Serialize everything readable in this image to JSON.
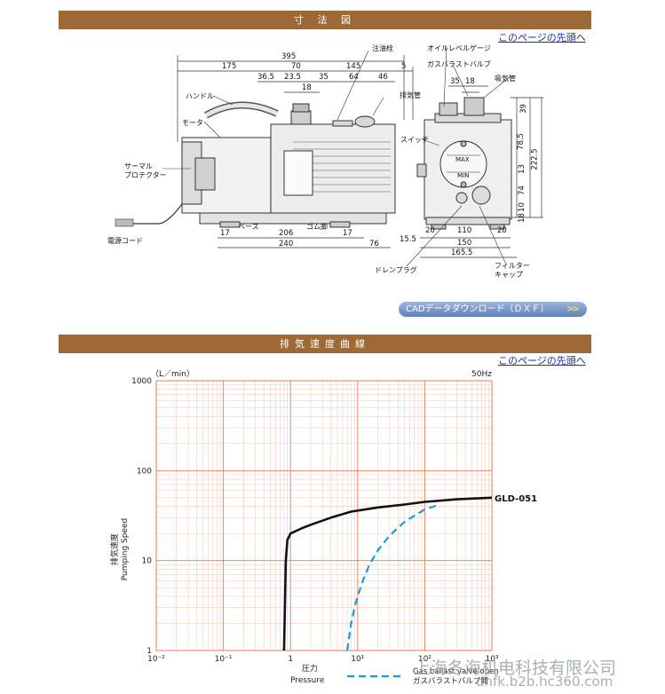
{
  "sections": {
    "dimensions_title": "寸 法 図",
    "speed_title": "排気速度曲線"
  },
  "links": {
    "top1": "このページの先頭へ",
    "top2": "このページの先頭へ",
    "cad_download": "CADデータダウンロード（ＤＸＦ）",
    "cad_arrows": ">>"
  },
  "drawing": {
    "labels": {
      "oil_plug": "注油栓",
      "oil_gauge": "オイルレベルゲージ",
      "gas_ballast": "ガスバラストバルブ",
      "intake": "吸気管",
      "exhaust": "排気管",
      "handle": "ハンドル",
      "motor": "モータ",
      "switch": "スイッチ",
      "thermal_1": "サーマル",
      "thermal_2": "プロテクター",
      "cord": "電源コード",
      "base": "ベース",
      "rubber_foot": "ゴム脚",
      "drain_plug": "ドレンプラグ",
      "filter_1": "フィルター",
      "filter_2": "キャップ",
      "max": "MAX",
      "min": "MIN"
    },
    "dims": {
      "d395": "395",
      "d175": "175",
      "d70": "70",
      "d145": "145",
      "d5": "5",
      "d36_5": "36.5",
      "d23_5": "23.5",
      "d35a": "35",
      "d64": "64",
      "d46": "46",
      "d18a": "18",
      "d35b": "35",
      "d18b": "18",
      "d17a": "17",
      "d206": "206",
      "d17b": "17",
      "d240": "240",
      "d76": "76",
      "d15_5": "15.5",
      "d20a": "20",
      "d110": "110",
      "d20b": "20",
      "d150": "150",
      "d165_5": "165.5",
      "d39": "39",
      "d78_5": "78.5",
      "d222_5": "222.5",
      "d13": "13",
      "d74": "74",
      "d10": "10",
      "d18c": "18"
    }
  },
  "chart_data": {
    "type": "line",
    "title": "",
    "xlabel": "圧力 Pressure",
    "ylabel": "排気速度 Pumping Speed",
    "y_unit": "（L／min）",
    "frequency": "50Hz",
    "x_scale": "log",
    "y_scale": "log",
    "xlim": [
      0.01,
      1000
    ],
    "ylim": [
      1,
      1000
    ],
    "x_tick_labels": [
      "10⁻²",
      "10⁻¹",
      "1",
      "10¹",
      "10²",
      "10³"
    ],
    "y_tick_labels": [
      "1",
      "10",
      "100",
      "1000"
    ],
    "grid": true,
    "grid_color": "#f2a98e",
    "series": [
      {
        "name": "GLD-051",
        "style": "solid",
        "color": "#111111",
        "x": [
          0.8,
          0.85,
          0.9,
          1.0,
          1.5,
          2,
          4,
          8,
          20,
          50,
          100,
          300,
          1000
        ],
        "y": [
          1,
          10,
          17,
          20,
          23,
          25,
          30,
          35,
          39,
          42,
          45,
          48,
          50
        ]
      },
      {
        "name": "Gas ballast valve open ガスバラストバルブ開",
        "style": "dashed",
        "color": "#1e9ad6",
        "x": [
          7,
          8,
          9,
          10,
          12,
          15,
          20,
          30,
          50,
          100,
          150
        ],
        "y": [
          1,
          2,
          3,
          4,
          6,
          9,
          13,
          19,
          27,
          37,
          41
        ]
      }
    ],
    "legend": {
      "placement": "bottom-right",
      "line1": "Gas ballast valve open",
      "line2": "ガスバラストバルブ開"
    },
    "xlabel_jp": "圧力",
    "xlabel_en": "Pressure",
    "ylabel_jp": "排気速度",
    "ylabel_en": "Pumping Speed",
    "series_label": "GLD-051"
  },
  "watermark": {
    "line1": "上海冬海机电科技有限公司",
    "line2": "dhfk.b2b.hc360.com"
  },
  "colors": {
    "section_bar": "#9d6a37",
    "link": "#1a2fa8",
    "gas_ballast": "#1e9ad6",
    "grid": "#f2a98e"
  }
}
